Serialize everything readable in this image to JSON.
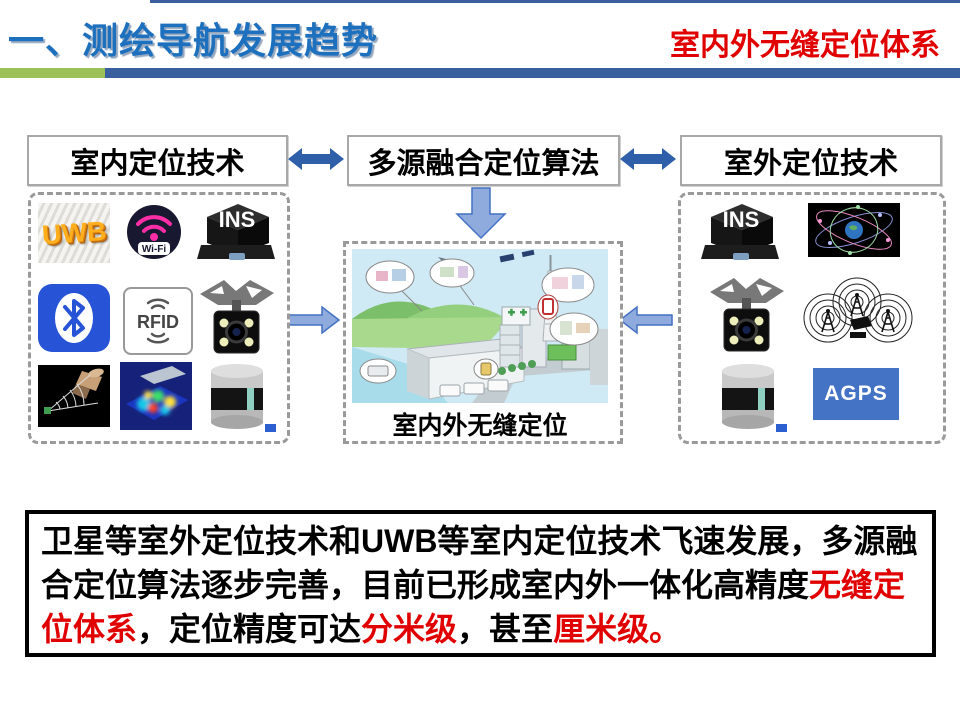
{
  "header": {
    "title": "一、测绘导航发展趋势",
    "subtitle": "室内外无缝定位体系"
  },
  "flow": {
    "left_box": "室内定位技术",
    "center_box": "多源融合定位算法",
    "right_box": "室外定位技术",
    "center_caption": "室内外无缝定位"
  },
  "labels": {
    "uwb": "UWB",
    "wifi": "Wi-Fi",
    "ins": "INS",
    "rfid": "RFID",
    "agps": "AGPS"
  },
  "panels": {
    "left_tiles": [
      "uwb",
      "wifi",
      "ins",
      "bluetooth",
      "rfid",
      "rear-camera",
      "satellite-beam",
      "indoor-heatmap",
      "lidar"
    ],
    "right_tiles": [
      "ins",
      "satellite-constellation",
      "rear-camera",
      "cell-towers",
      "lidar",
      "agps"
    ]
  },
  "summary": {
    "lines": [
      [
        {
          "t": "卫星等室外定位技术和UWB等室内定位技术飞速发展，多源融",
          "c": "k"
        }
      ],
      [
        {
          "t": "合定位算法逐步完善，目前已形成室内外一体化高精度",
          "c": "k"
        },
        {
          "t": "无缝定",
          "c": "r"
        }
      ],
      [
        {
          "t": "位体系",
          "c": "r"
        },
        {
          "t": "，定位精度可达",
          "c": "k"
        },
        {
          "t": "分米级",
          "c": "r"
        },
        {
          "t": "，甚至",
          "c": "k"
        },
        {
          "t": "厘米级。",
          "c": "r"
        }
      ]
    ]
  },
  "colors": {
    "title_blue": "#1C70BD",
    "highlight_red": "#E00000",
    "divider_green": "#9CC159",
    "divider_blue": "#3A5F9E",
    "solid_arrow_blue": "#2E5FA8",
    "light_arrow_fill": "#8FAADC",
    "light_arrow_border": "#4472C4",
    "agps_blue": "#4472C4",
    "bluetooth_blue": "#2753D6",
    "wifi_magenta": "#FF2EA6"
  }
}
